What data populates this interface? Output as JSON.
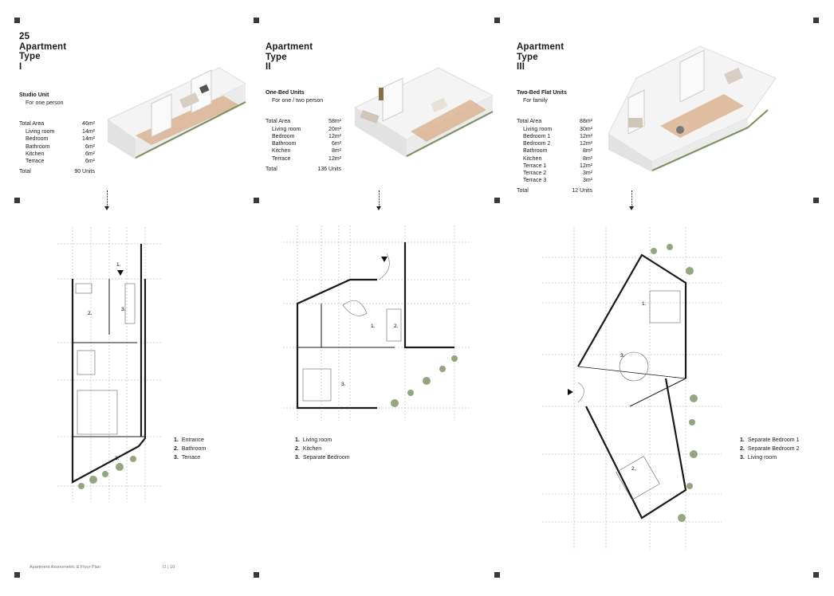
{
  "units": [
    {
      "title_lines": [
        "25",
        "Apartment",
        "Type",
        "I"
      ],
      "name": "Studio Unit",
      "subtitle": "For one person",
      "total_area_label": "Total Area",
      "total_area": "46m²",
      "rooms": [
        {
          "label": "Living room",
          "area": "14m²"
        },
        {
          "label": "Bedroom",
          "area": "14m²"
        },
        {
          "label": "Bathroom",
          "area": "6m²"
        },
        {
          "label": "Kitchen",
          "area": "6m²"
        },
        {
          "label": "Terrace",
          "area": "6m²"
        }
      ],
      "total_label": "Total",
      "total_units": "90 Units",
      "legend": [
        {
          "num": "1.",
          "label": "Entrance"
        },
        {
          "num": "2.",
          "label": "Bathroom"
        },
        {
          "num": "3.",
          "label": "Terrace"
        }
      ]
    },
    {
      "title_lines": [
        "Apartment",
        "Type",
        "II"
      ],
      "name": "One-Bed Units",
      "subtitle": "For one / two person",
      "total_area_label": "Total Area",
      "total_area": "58m²",
      "rooms": [
        {
          "label": "Living room",
          "area": "20m²"
        },
        {
          "label": "Bedroom",
          "area": "12m²"
        },
        {
          "label": "Bathroom",
          "area": "6m²"
        },
        {
          "label": "Kitchen",
          "area": "8m²"
        },
        {
          "label": "Terrace",
          "area": "12m²"
        }
      ],
      "total_label": "Total",
      "total_units": "136 Units",
      "legend": [
        {
          "num": "1.",
          "label": "Living room"
        },
        {
          "num": "2.",
          "label": "Kitchen"
        },
        {
          "num": "3.",
          "label": "Separate Bedroom"
        }
      ]
    },
    {
      "title_lines": [
        "Apartment",
        "Type",
        "III"
      ],
      "name": "Two-Bed Flat Units",
      "subtitle": "For family",
      "total_area_label": "Total Area",
      "total_area": "88m²",
      "rooms": [
        {
          "label": "Living room",
          "area": "30m²"
        },
        {
          "label": "Bedroom 1",
          "area": "12m²"
        },
        {
          "label": "Bedroom 2",
          "area": "12m²"
        },
        {
          "label": "Bathroom",
          "area": "8m²"
        },
        {
          "label": "Kitchen",
          "area": "8m²"
        },
        {
          "label": "Terrace 1",
          "area": "12m²"
        },
        {
          "label": "Terrace 2",
          "area": "3m²"
        },
        {
          "label": "Terrace 3",
          "area": "3m²"
        }
      ],
      "total_label": "Total",
      "total_units": "12 Units",
      "legend": [
        {
          "num": "1.",
          "label": "Separate Bedroom 1"
        },
        {
          "num": "2.",
          "label": "Separate Bedroom 2"
        },
        {
          "num": "3.",
          "label": "Living room"
        }
      ]
    }
  ],
  "plan_labels": {
    "plan1": [
      "1.",
      "2.",
      "3."
    ],
    "plan2": [
      "1.",
      "2.",
      "3."
    ],
    "plan3": [
      "1.",
      "2.",
      "3."
    ]
  },
  "footer": {
    "caption": "Apartment Axonometric & Floor Plan",
    "page": "I2 | 10"
  },
  "colors": {
    "wall": "#1a1a1a",
    "grid": "#9a9a9a",
    "floor_wood": "#d9b08c",
    "render_wall": "#f2f2f2",
    "plant": "#6f8a5c"
  }
}
